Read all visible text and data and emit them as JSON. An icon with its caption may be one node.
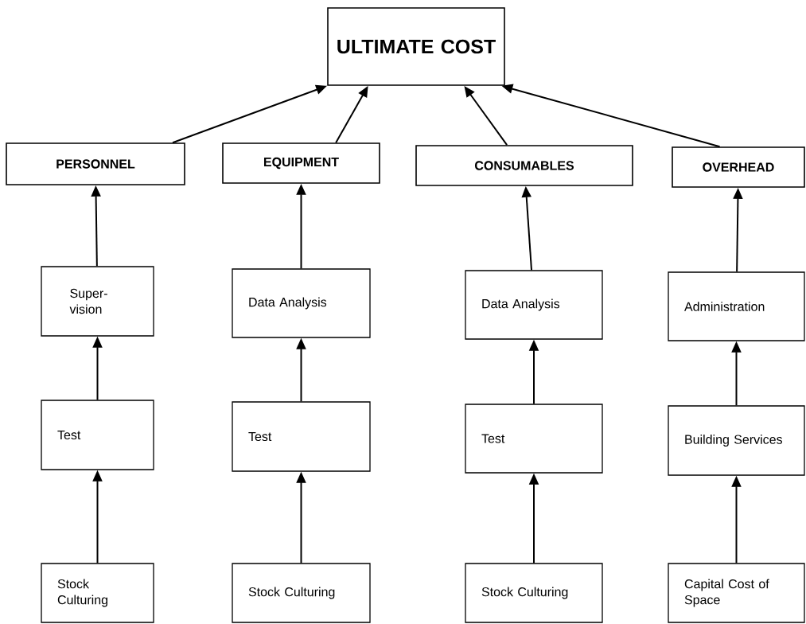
{
  "diagram": {
    "nodes": [
      {
        "text": [
          "ULTIMATE COST"
        ]
      },
      {
        "text": [
          "PERSONNEL"
        ]
      },
      {
        "text": [
          "EQUIPMENT"
        ]
      },
      {
        "text": [
          "CONSUMABLES"
        ]
      },
      {
        "text": [
          "OVERHEAD"
        ]
      },
      {
        "text": [
          "Super-vision"
        ]
      },
      {
        "text": [
          "Test"
        ]
      },
      {
        "text": [
          "Stock Culturing"
        ]
      },
      {
        "text": [
          "Data Analysis"
        ]
      },
      {
        "text": [
          "Test"
        ]
      },
      {
        "text": [
          "Stock Culturing"
        ]
      },
      {
        "text": [
          "Data Analysis"
        ]
      },
      {
        "text": [
          "Test"
        ]
      },
      {
        "text": [
          "Stock Culturing"
        ]
      },
      {
        "text": [
          "Administration"
        ]
      },
      {
        "text": [
          "Building Services"
        ]
      },
      {
        "text": [
          "Capital Cost of Space"
        ]
      }
    ],
    "edges": [
      {
        "from": 1,
        "to": 0,
        "arrow": "to"
      },
      {
        "from": 2,
        "to": 0,
        "arrow": "to"
      },
      {
        "from": 3,
        "to": 0,
        "arrow": "to"
      },
      {
        "from": 4,
        "to": 0,
        "arrow": "to"
      },
      {
        "from": 5,
        "to": 1,
        "arrow": "to"
      },
      {
        "from": 6,
        "to": 5,
        "arrow": "to"
      },
      {
        "from": 7,
        "to": 6,
        "arrow": "to"
      },
      {
        "from": 8,
        "to": 2,
        "arrow": "to"
      },
      {
        "from": 9,
        "to": 8,
        "arrow": "to"
      },
      {
        "from": 10,
        "to": 9,
        "arrow": "to"
      },
      {
        "from": 11,
        "to": 3,
        "arrow": "to"
      },
      {
        "from": 12,
        "to": 11,
        "arrow": "to"
      },
      {
        "from": 13,
        "to": 12,
        "arrow": "to"
      },
      {
        "from": 14,
        "to": 4,
        "arrow": "to"
      },
      {
        "from": 15,
        "to": 14,
        "arrow": "to"
      },
      {
        "from": 16,
        "to": 15,
        "arrow": "to"
      }
    ]
  }
}
